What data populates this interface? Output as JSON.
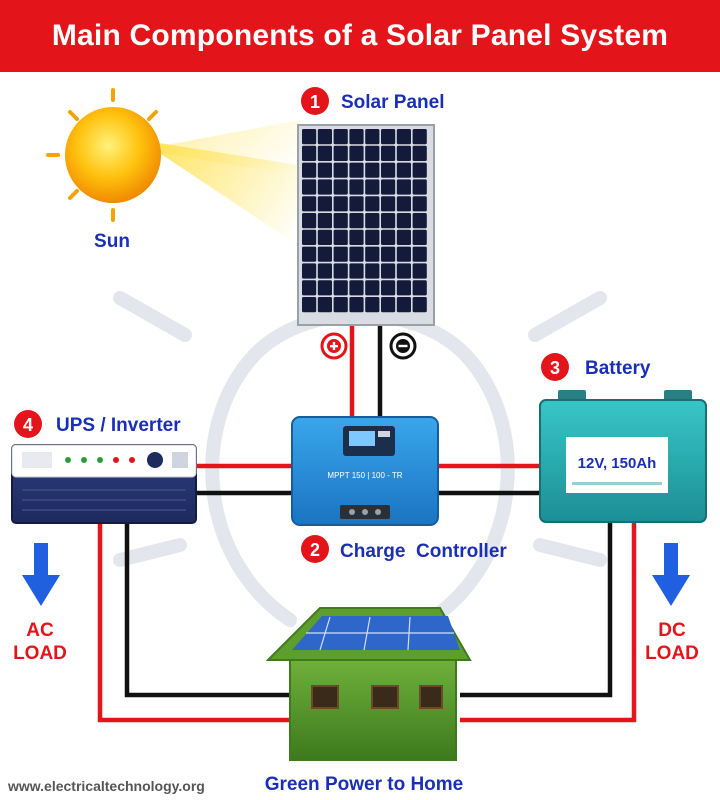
{
  "title": "Main Components of a Solar Panel System",
  "components": {
    "sun": "Sun",
    "solar_panel": {
      "number": "1",
      "label": "Solar Panel"
    },
    "charge_controller": {
      "number": "2",
      "label": "Charge  Controller",
      "model": "MPPT 150 | 100 - TR"
    },
    "battery": {
      "number": "3",
      "label": "Battery",
      "rating": "12V, 150Ah"
    },
    "inverter": {
      "number": "4",
      "label": "UPS / Inverter"
    },
    "home": "Green Power to Home"
  },
  "loads": {
    "ac": [
      "AC",
      "LOAD"
    ],
    "dc": [
      "DC",
      "LOAD"
    ]
  },
  "footer": "www.electricaltechnology.org",
  "colors": {
    "red_accent": "#e3151a",
    "label_blue": "#1a2fb8",
    "wire_red": "#e3151a",
    "wire_black": "#111111",
    "arrow_blue": "#1f5fe0"
  },
  "icons": {
    "positive": "plus-terminal-icon",
    "negative": "minus-terminal-icon"
  }
}
